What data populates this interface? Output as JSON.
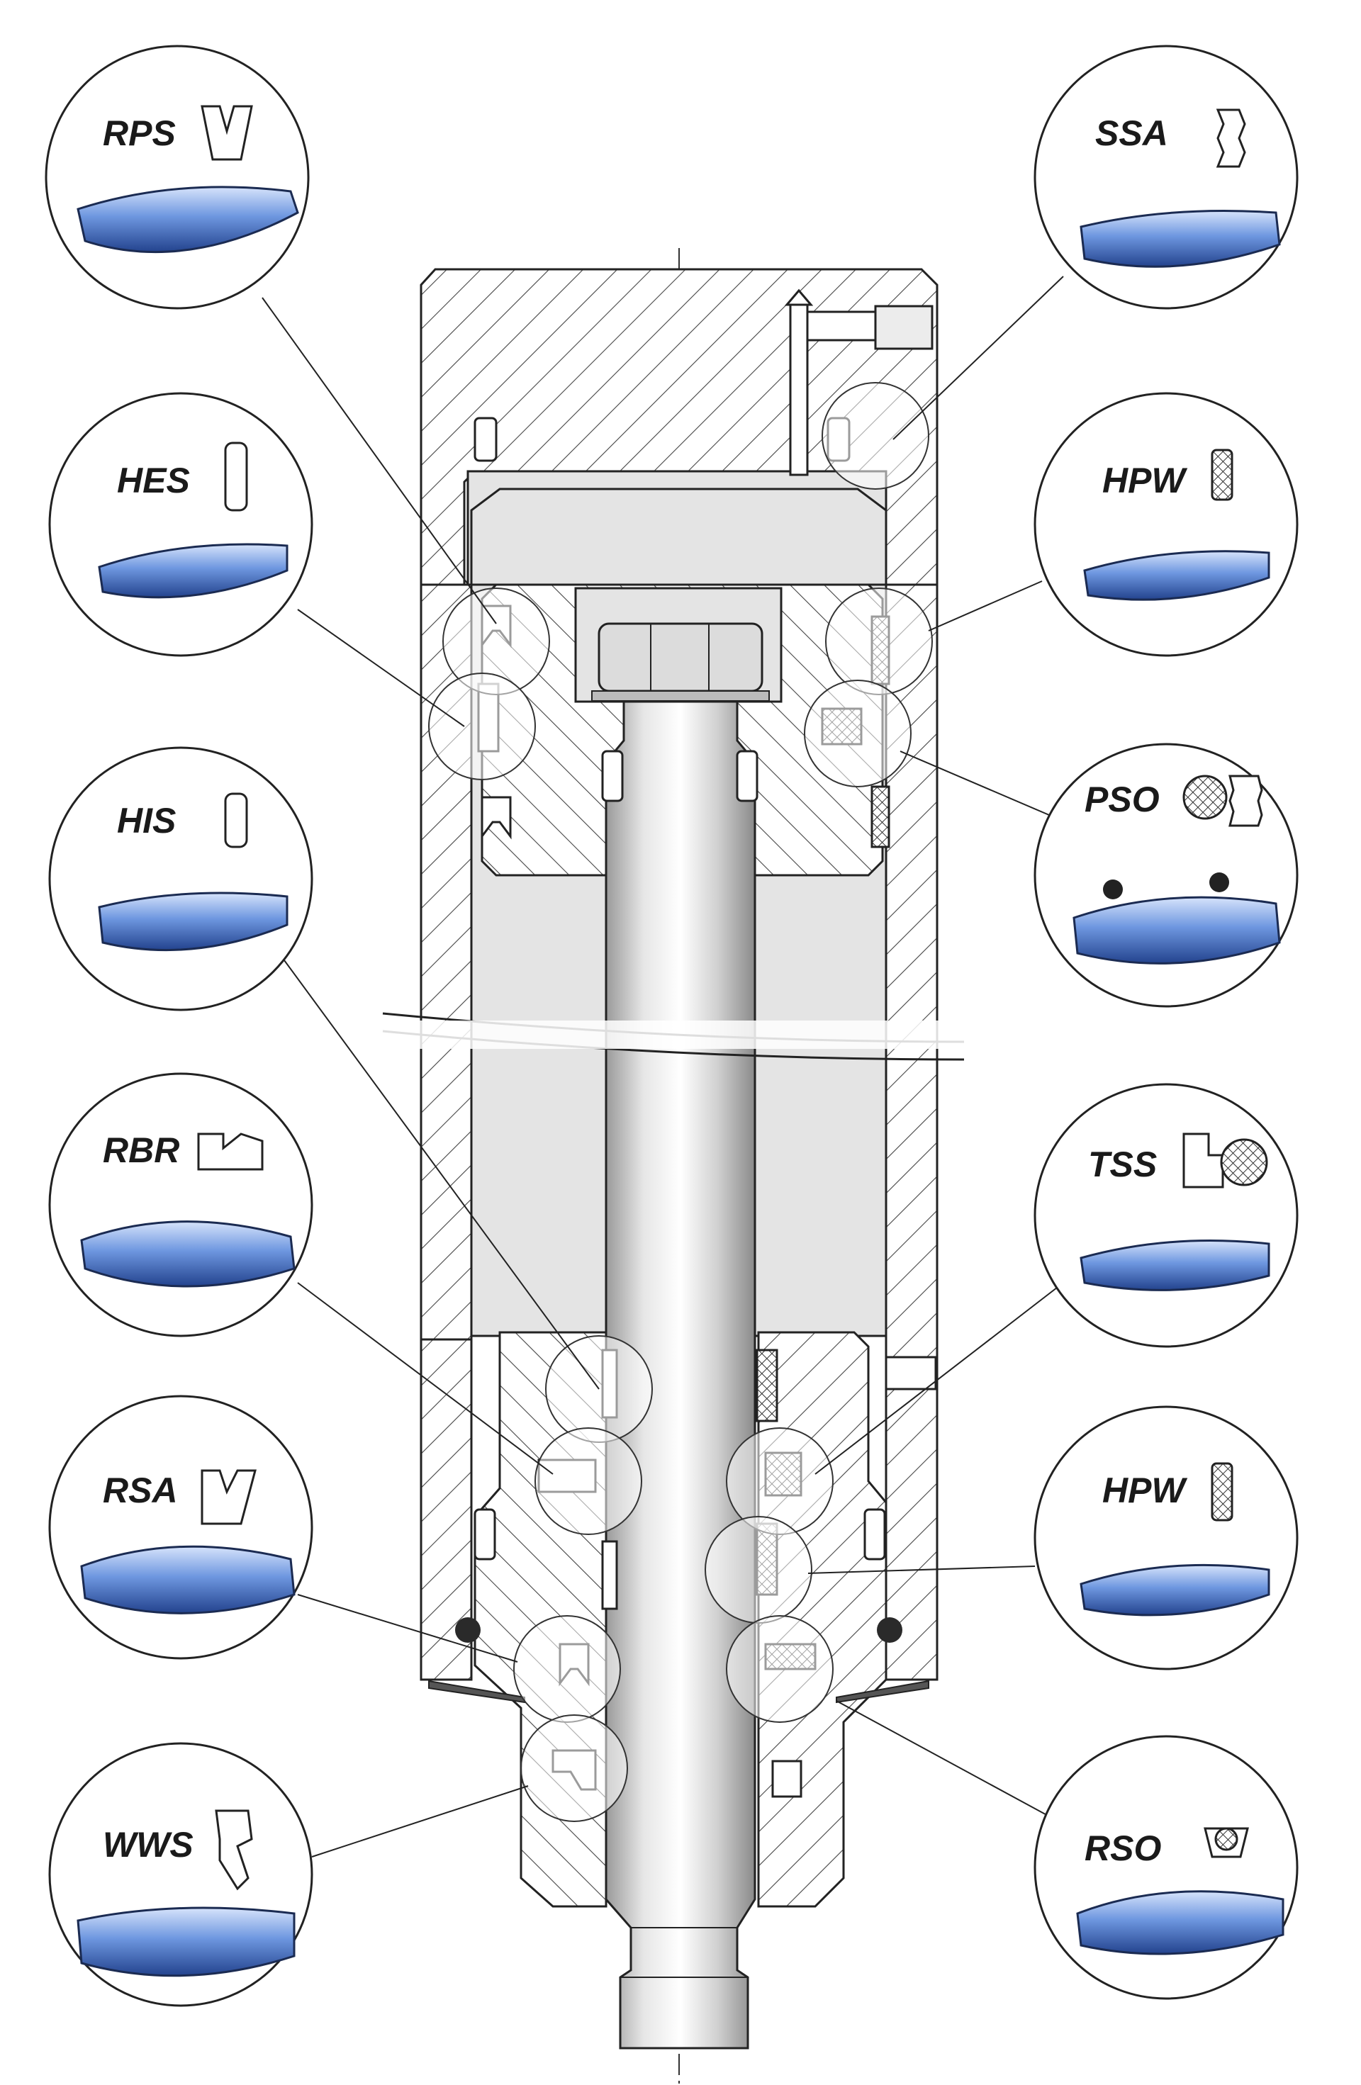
{
  "callouts": [
    {
      "code": "RPS",
      "side": "left"
    },
    {
      "code": "HES",
      "side": "left"
    },
    {
      "code": "HIS",
      "side": "left"
    },
    {
      "code": "RBR",
      "side": "left"
    },
    {
      "code": "RSA",
      "side": "left"
    },
    {
      "code": "WWS",
      "side": "left"
    },
    {
      "code": "SSA",
      "side": "right"
    },
    {
      "code": "HPW",
      "side": "right"
    },
    {
      "code": "PSO",
      "side": "right"
    },
    {
      "code": "TSS",
      "side": "right"
    },
    {
      "code": "HPW",
      "side": "right"
    },
    {
      "code": "RSO",
      "side": "right"
    }
  ],
  "colors": {
    "seal_blue": "#3b6fd1",
    "seal_light": "#a9c4f0",
    "hatch_line": "#333333",
    "cavity_gray": "#e4e4e4",
    "rod_gray": "#c8c8c8"
  }
}
